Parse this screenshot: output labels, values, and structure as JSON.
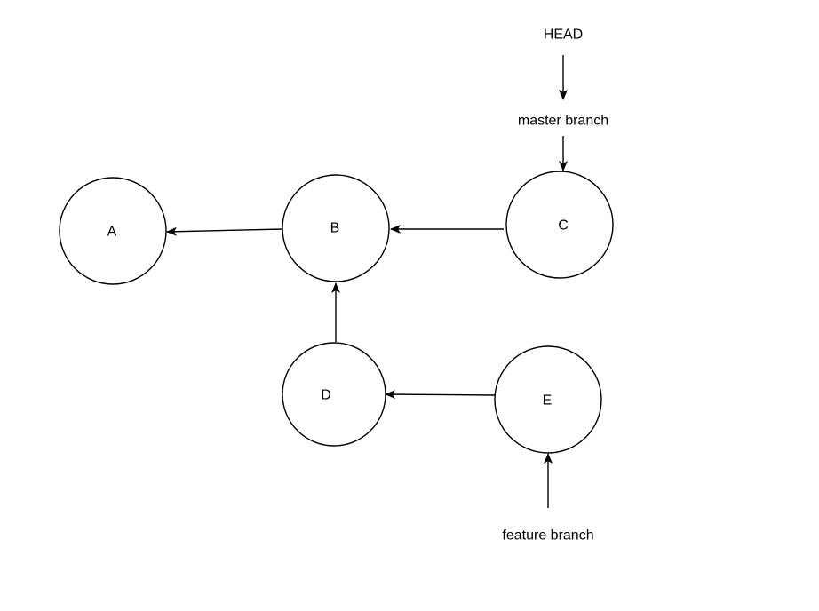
{
  "diagram": {
    "nodes": {
      "a": "A",
      "b": "B",
      "c": "C",
      "d": "D",
      "e": "E"
    },
    "labels": {
      "head": "HEAD",
      "master_branch": "master branch",
      "feature_branch": "feature branch"
    },
    "edges": [
      {
        "from": "B",
        "to": "A"
      },
      {
        "from": "C",
        "to": "B"
      },
      {
        "from": "D",
        "to": "B"
      },
      {
        "from": "E",
        "to": "D"
      },
      {
        "from": "HEAD",
        "to": "master branch"
      },
      {
        "from": "master branch",
        "to": "C"
      },
      {
        "from": "feature branch",
        "to": "E"
      }
    ]
  }
}
